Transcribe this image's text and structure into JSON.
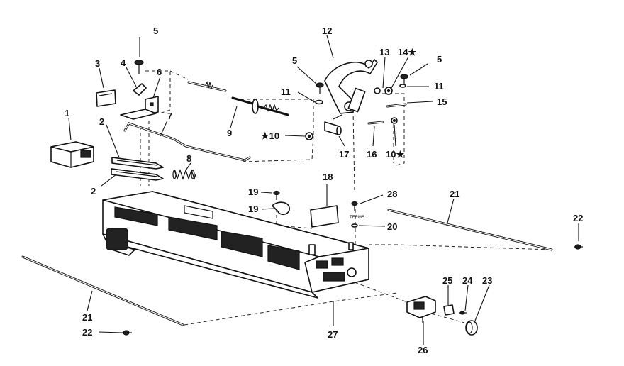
{
  "callouts": [
    {
      "id": "c5a",
      "text": "5"
    },
    {
      "id": "c3",
      "text": "3"
    },
    {
      "id": "c4",
      "text": "4"
    },
    {
      "id": "c6",
      "text": "6"
    },
    {
      "id": "c1",
      "text": "1"
    },
    {
      "id": "c2a",
      "text": "2"
    },
    {
      "id": "c2b",
      "text": "2"
    },
    {
      "id": "c7",
      "text": "7"
    },
    {
      "id": "c8",
      "text": "8"
    },
    {
      "id": "c9",
      "text": "9"
    },
    {
      "id": "c12",
      "text": "12"
    },
    {
      "id": "c5b",
      "text": "5"
    },
    {
      "id": "c13",
      "text": "13"
    },
    {
      "id": "c14",
      "text": "14★"
    },
    {
      "id": "c5c",
      "text": "5"
    },
    {
      "id": "c11a",
      "text": "11"
    },
    {
      "id": "c11b",
      "text": "11"
    },
    {
      "id": "c15",
      "text": "15"
    },
    {
      "id": "c10a",
      "text": "★10"
    },
    {
      "id": "c17",
      "text": "17"
    },
    {
      "id": "c16",
      "text": "16"
    },
    {
      "id": "c10b",
      "text": "10★"
    },
    {
      "id": "c18",
      "text": "18"
    },
    {
      "id": "c19a",
      "text": "19"
    },
    {
      "id": "c19b",
      "text": "19"
    },
    {
      "id": "c28",
      "text": "28"
    },
    {
      "id": "c20",
      "text": "20"
    },
    {
      "id": "c21a",
      "text": "21"
    },
    {
      "id": "c22a",
      "text": "22"
    },
    {
      "id": "c21b",
      "text": "21"
    },
    {
      "id": "c22b",
      "text": "22"
    },
    {
      "id": "c27",
      "text": "27"
    },
    {
      "id": "c25",
      "text": "25"
    },
    {
      "id": "c24",
      "text": "24"
    },
    {
      "id": "c23",
      "text": "23"
    },
    {
      "id": "c26",
      "text": "26"
    }
  ],
  "term_label": "TERMS"
}
